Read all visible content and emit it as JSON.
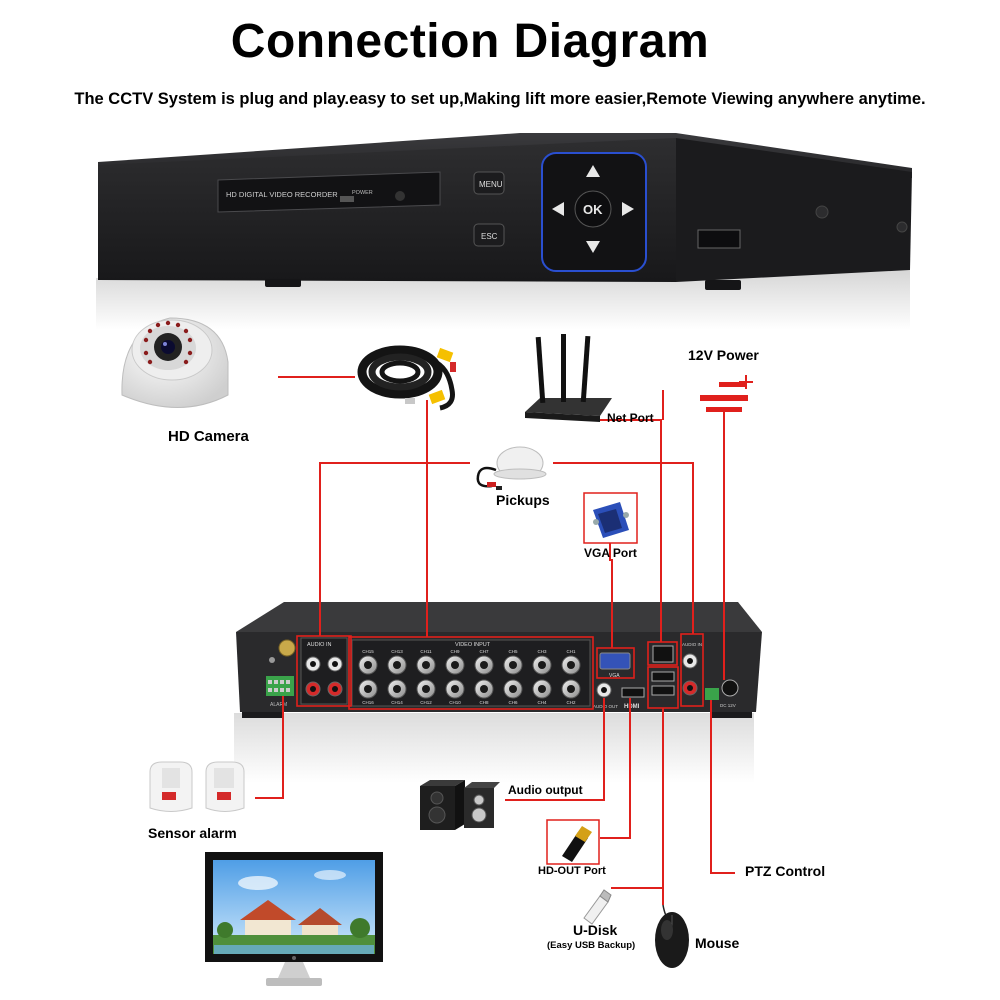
{
  "title": "Connection Diagram",
  "subtitle": "The CCTV System is plug and play.easy to set up,Making lift more easier,Remote Viewing anywhere anytime.",
  "front_panel": {
    "display_text": "HD DIGITAL VIDEO RECORDER",
    "power_text": "POWER",
    "menu_label": "MENU",
    "esc_label": "ESC",
    "ok_label": "OK"
  },
  "rear_panel": {
    "audio_in_label": "AUDIO IN",
    "video_input_label": "VIDEO INPUT",
    "vga_label": "VGA",
    "audio_out_label": "AUDIO OUT",
    "audio_out2_label": "AUDIO IN",
    "alarm_label": "ALARM",
    "dc_label": "DC 12V",
    "ch_top": [
      "CH15",
      "CH13",
      "CH11",
      "CH9",
      "CH7",
      "CH5",
      "CH3",
      "CH1"
    ],
    "ch_bottom": [
      "CH16",
      "CH14",
      "CH12",
      "CH10",
      "CH8",
      "CH6",
      "CH4",
      "CH2"
    ]
  },
  "labels": {
    "hd_camera": "HD Camera",
    "pickups": "Pickups",
    "net_port": "Net Port",
    "power": "12V Power",
    "vga_port": "VGA Port",
    "sensor_alarm": "Sensor alarm",
    "audio_output": "Audio output",
    "hd_out": "HD-OUT Port",
    "u_disk": "U-Disk",
    "u_disk_note": "(Easy USB Backup)",
    "mouse": "Mouse",
    "ptz": "PTZ Control"
  },
  "colors": {
    "wire": "#e0201c",
    "dvr_body": "#2b2b2d",
    "ok_ring": "#1a3fb8"
  }
}
